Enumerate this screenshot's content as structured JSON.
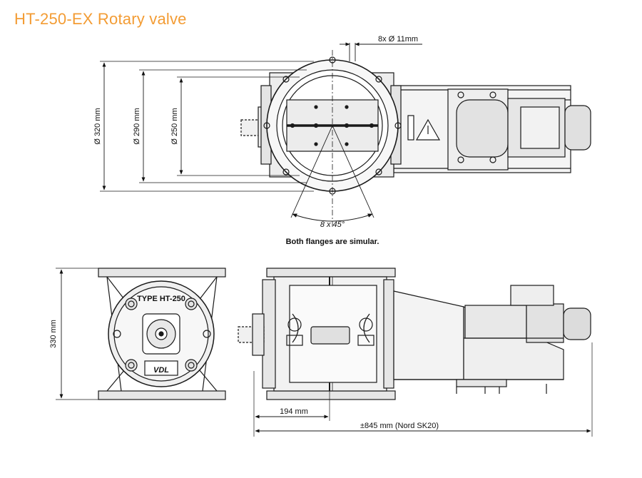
{
  "title": "HT-250-EX Rotary valve",
  "dimensions": {
    "bolt_holes": "8x Ø 11mm",
    "dia_320": "Ø 320 mm",
    "dia_290": "Ø 290 mm",
    "dia_250": "Ø 250 mm",
    "angle": "8 x 45°",
    "height_330": "330 mm",
    "len_194": "194 mm",
    "len_845": "±845 mm (Nord SK20)"
  },
  "notes": {
    "flanges": "Both flanges are simular."
  },
  "nameplate": {
    "type": "TYPE HT-250",
    "logo": "VDL"
  },
  "colors": {
    "title": "#f39c34",
    "line": "#1a1a1a",
    "fill": "#ececec"
  }
}
